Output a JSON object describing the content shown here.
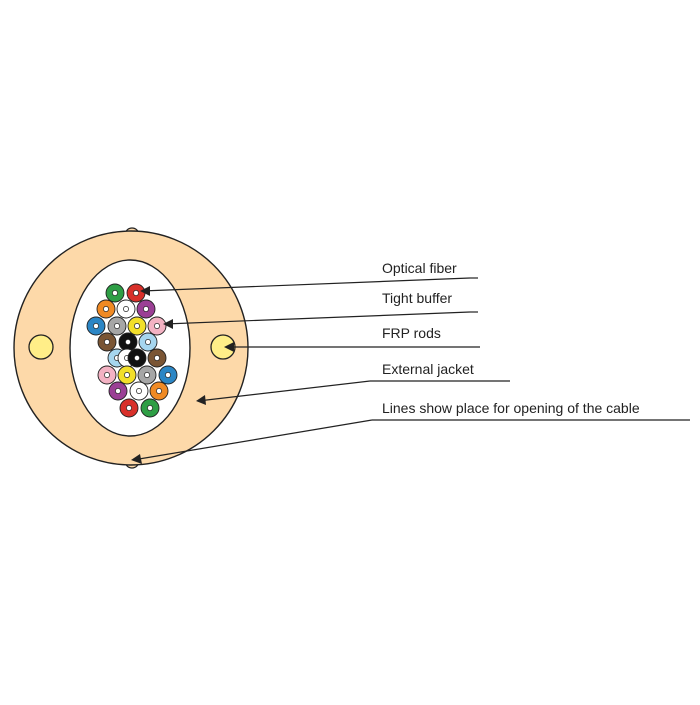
{
  "labels": {
    "optical_fiber": "Optical fiber",
    "tight_buffer": "Tight buffer",
    "frp_rods": "FRP rods",
    "external_jacket": "External jacket",
    "opening_lines": "Lines show place for opening of the cable"
  },
  "colors": {
    "jacket": "#fdd9a9",
    "outline": "#222222",
    "inner_core": "#ffffff",
    "frp_rod": "#ffee88",
    "fiber_center": "#ffffff"
  },
  "fibers": [
    {
      "color": "#2e9e45"
    },
    {
      "color": "#d8302a"
    },
    {
      "color": "#f08a24"
    },
    {
      "color": "#ffffff"
    },
    {
      "color": "#9b3f95"
    },
    {
      "color": "#2b86c5"
    },
    {
      "color": "#a6a6a6"
    },
    {
      "color": "#f2df2a"
    },
    {
      "color": "#f3b2c3"
    },
    {
      "color": "#7a5534"
    },
    {
      "color": "#111111"
    },
    {
      "color": "#a6d6ef"
    },
    {
      "color": "#a6d6ef"
    },
    {
      "color": "#ffffff"
    },
    {
      "color": "#111111"
    },
    {
      "color": "#7a5534"
    },
    {
      "color": "#f3b2c3"
    },
    {
      "color": "#f2df2a"
    },
    {
      "color": "#a6a6a6"
    },
    {
      "color": "#2b86c5"
    },
    {
      "color": "#9b3f95"
    },
    {
      "color": "#ffffff"
    },
    {
      "color": "#f08a24"
    },
    {
      "color": "#d8302a"
    },
    {
      "color": "#2e9e45"
    }
  ]
}
